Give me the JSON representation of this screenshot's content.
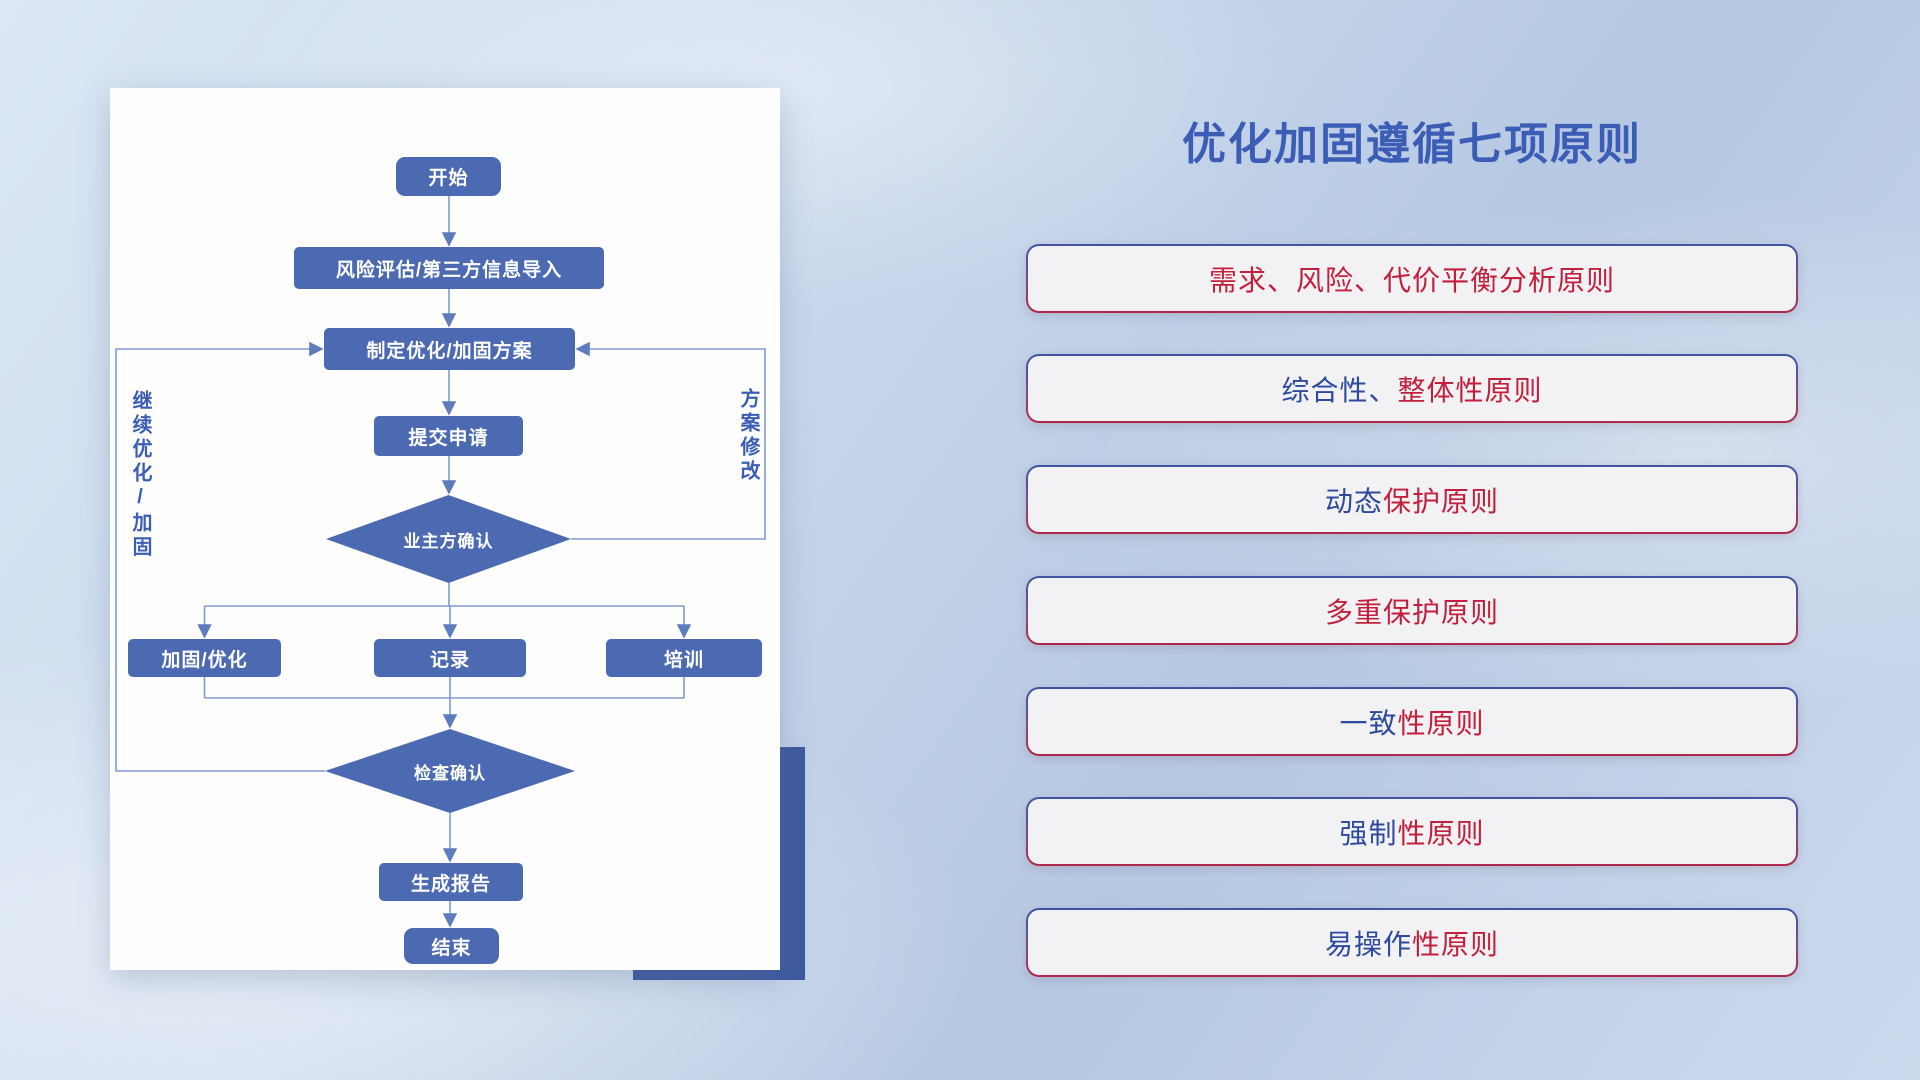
{
  "flowchart": {
    "nodes": {
      "start": "开始",
      "risk_import": "风险评估/第三方信息导入",
      "make_plan": "制定优化/加固方案",
      "submit": "提交申请",
      "owner_confirm": "业主方确认",
      "reinforce": "加固/优化",
      "record": "记录",
      "training": "培训",
      "check_confirm": "检查确认",
      "report": "生成报告",
      "end": "结束"
    },
    "side_labels": {
      "left_loop": "继续优化/加固",
      "right_loop": "方案修改"
    }
  },
  "principles": {
    "title": "优化加固遵循七项原则",
    "items": [
      {
        "segments": [
          {
            "text": "需求、风险、代价平衡分析原则",
            "color": "#c21f3d"
          }
        ]
      },
      {
        "segments": [
          {
            "text": "综合性、",
            "color": "#2e4a9e"
          },
          {
            "text": "整体性原则",
            "color": "#c21f3d"
          }
        ]
      },
      {
        "segments": [
          {
            "text": "动态",
            "color": "#2e4a9e"
          },
          {
            "text": "保护原则",
            "color": "#c21f3d"
          }
        ]
      },
      {
        "segments": [
          {
            "text": "多重保护原则",
            "color": "#c21f3d"
          }
        ]
      },
      {
        "segments": [
          {
            "text": "一致",
            "color": "#2e4a9e"
          },
          {
            "text": "性原则",
            "color": "#c21f3d"
          }
        ]
      },
      {
        "segments": [
          {
            "text": "强制",
            "color": "#2e4a9e"
          },
          {
            "text": "性原则",
            "color": "#c21f3d"
          }
        ]
      },
      {
        "segments": [
          {
            "text": "易操作",
            "color": "#2e4a9e"
          },
          {
            "text": "性原则",
            "color": "#c21f3d"
          }
        ]
      }
    ]
  },
  "colors": {
    "node_blue": "#4c6ab2",
    "connector_blue": "#7e99cd",
    "title_blue": "#3c5db6",
    "accent_red": "#c21f3d",
    "accent_block_blue": "#3d5a9e",
    "principle_bg": "#f2f1f3"
  }
}
